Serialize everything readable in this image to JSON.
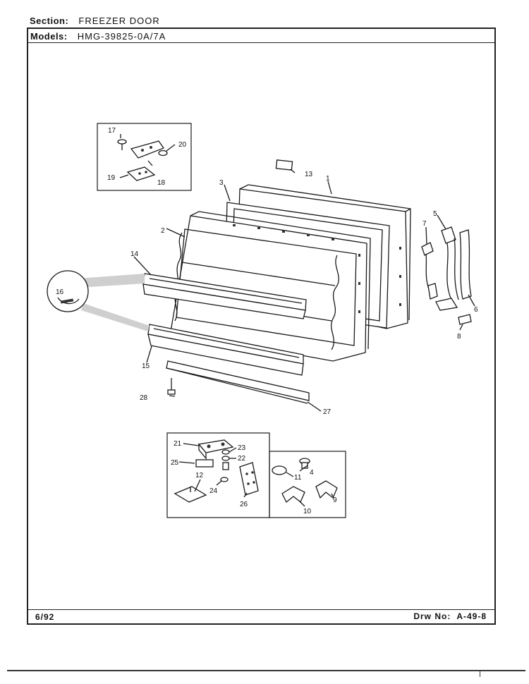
{
  "header": {
    "section_label": "Section:",
    "section_value": "FREEZER DOOR",
    "models_label": "Models:",
    "models_value": "HMG-39825-0A/7A"
  },
  "footer": {
    "date": "6/92",
    "drawing_label": "Drw No:",
    "drawing_value": "A-49-8"
  },
  "callouts": [
    "1",
    "2",
    "3",
    "4",
    "5",
    "6",
    "7",
    "8",
    "9",
    "10",
    "11",
    "12",
    "13",
    "14",
    "15",
    "16",
    "17",
    "18",
    "19",
    "20",
    "21",
    "22",
    "23",
    "24",
    "25",
    "26",
    "27",
    "28"
  ]
}
